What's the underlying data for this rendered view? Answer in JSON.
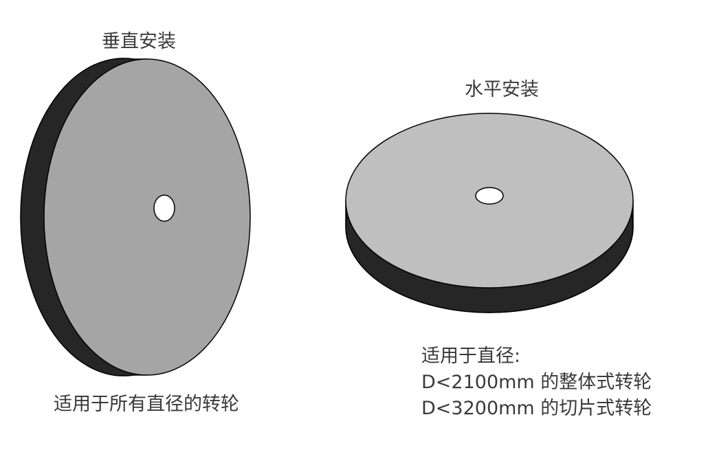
{
  "vertical": {
    "title": "垂直安装",
    "caption": "适用于所有直径的转轮"
  },
  "horizontal": {
    "title": "水平安装",
    "caption_heading": "适用于直径:",
    "caption_line1": "D<2100mm 的整体式转轮",
    "caption_line2": "D<3200mm 的切片式转轮"
  },
  "colors": {
    "wheel_edge": "#262626",
    "vertical_face": "#a5a5a5",
    "horizontal_face": "#bfbfbf",
    "hub": "#ffffff",
    "text": "#3a3a3a"
  }
}
